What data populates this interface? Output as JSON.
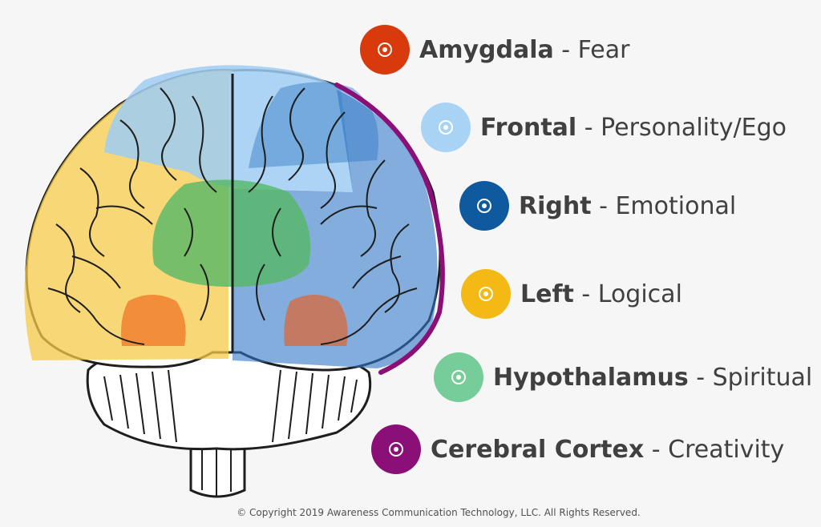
{
  "legend": [
    {
      "name": "Amygdala",
      "sep": " - ",
      "desc": "Fear",
      "color": "#d93a0c",
      "icon": "target-icon"
    },
    {
      "name": "Frontal",
      "sep": " - ",
      "desc": "Personality/Ego",
      "color": "#a9d3f5",
      "icon": "target-icon"
    },
    {
      "name": "Right",
      "sep": " - ",
      "desc": "Emotional",
      "color": "#0f5a9e",
      "icon": "target-icon"
    },
    {
      "name": "Left",
      "sep": " - ",
      "desc": "Logical",
      "color": "#f4b914",
      "icon": "target-icon"
    },
    {
      "name": "Hypothalamus",
      "sep": " - ",
      "desc": "Spiritual",
      "color": "#77cd9a",
      "icon": "target-icon"
    },
    {
      "name": "Cerebral Cortex",
      "sep": " - ",
      "desc": "Creativity",
      "color": "#8a1078",
      "icon": "target-icon"
    }
  ],
  "regions": {
    "left": "#f6c94a",
    "frontal": "#9fcdf3",
    "right": "#2f77c4",
    "hypothalamus": "#55b865",
    "amygdala": "#f07a2a",
    "cortex": "#8a1078"
  },
  "copyright": "© Copyright 2019 Awareness Communication Technology, LLC. All Rights Reserved."
}
